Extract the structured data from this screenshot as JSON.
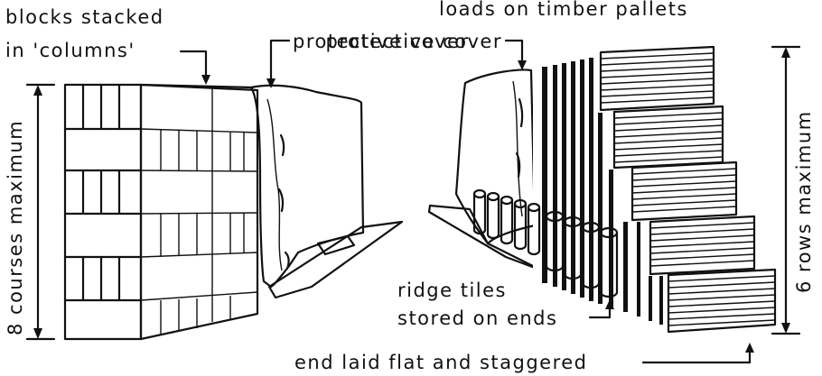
{
  "labels": {
    "blocks_stacked_line1": "blocks stacked",
    "blocks_stacked_line2": "in 'columns'",
    "protective_cover_left": "protective cover",
    "protective_cover_right": "protective cover",
    "loads_on_pallets": "loads on timber pallets",
    "courses_maximum": "8 courses maximum",
    "rows_maximum": "6 rows maximum",
    "ridge_tiles_line1": "ridge tiles",
    "ridge_tiles_line2": "stored on ends",
    "end_laid_flat": "end laid flat and staggered"
  }
}
